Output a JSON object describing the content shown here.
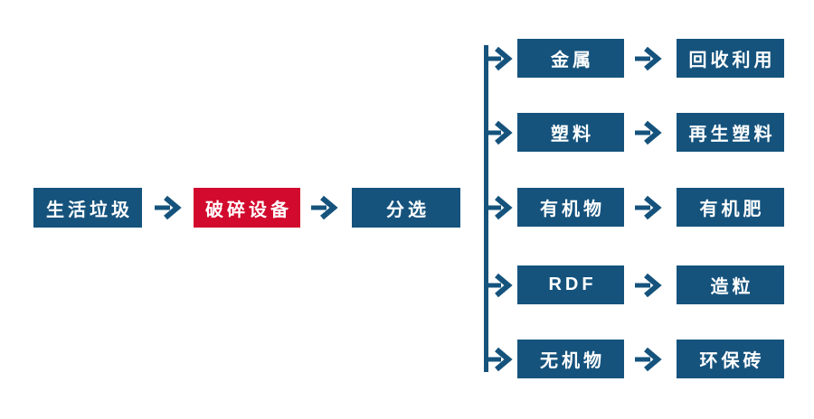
{
  "diagram": {
    "title": "household-waste-processing-flow",
    "colors": {
      "primary_blue": "#15537D",
      "accent_red": "#D20A2D",
      "text": "#ffffff",
      "background": "#ffffff"
    },
    "main_flow": {
      "nodes": [
        {
          "label": "生活垃圾",
          "variant": "blue"
        },
        {
          "label": "破碎设备",
          "variant": "red"
        },
        {
          "label": "分选",
          "variant": "blue"
        }
      ]
    },
    "branches": [
      {
        "material": "金属",
        "output": "回收利用"
      },
      {
        "material": "塑料",
        "output": "再生塑料"
      },
      {
        "material": "有机物",
        "output": "有机肥"
      },
      {
        "material": "RDF",
        "output": "造粒"
      },
      {
        "material": "无机物",
        "output": "环保砖"
      }
    ],
    "icons": {
      "arrow": "arrow-right-icon"
    }
  }
}
